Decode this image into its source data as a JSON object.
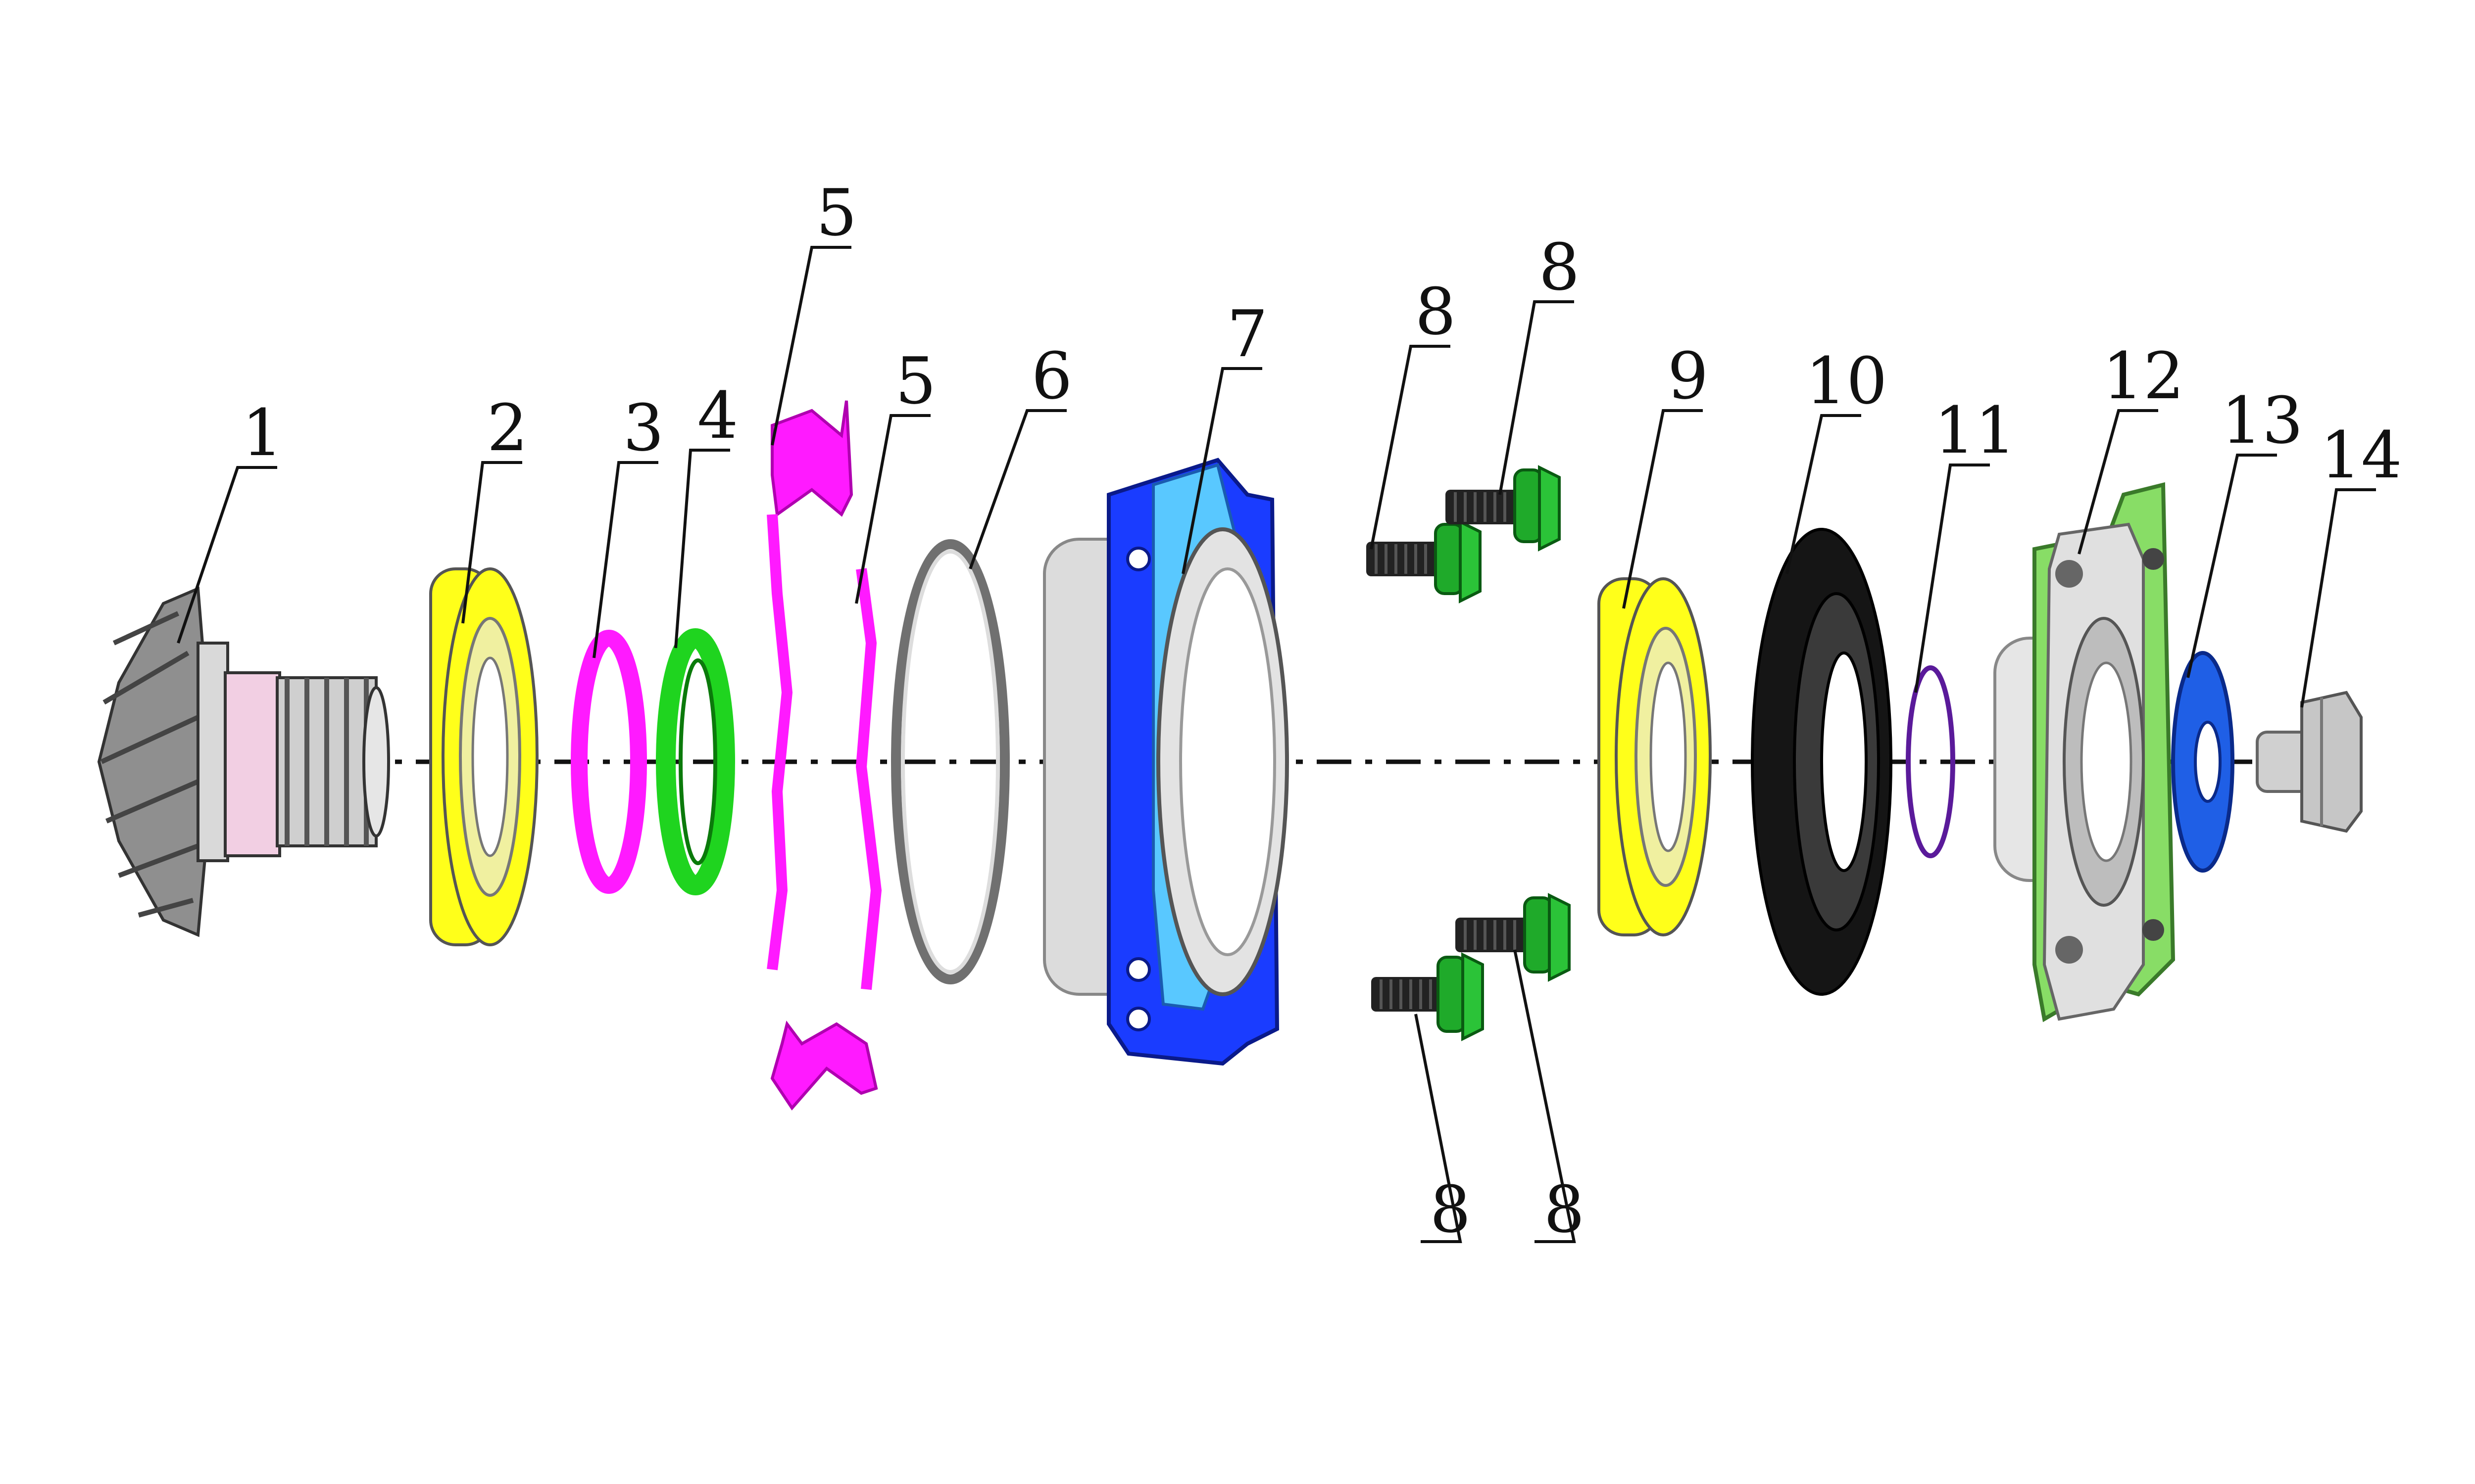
{
  "diagram": {
    "type": "exploded-view",
    "colors": {
      "gear_gray": "#9a9a9a",
      "gear_pink": "#f2cfe3",
      "bearing_yellow": "#ffff1a",
      "ring_magenta": "#ff1aff",
      "seal_green": "#1fd41f",
      "housing_blue": "#1a3cff",
      "housing_light": "#59c8ff",
      "bolt_green": "#1faa2a",
      "oilseal_black": "#151515",
      "oring_purple": "#5a1a9a",
      "flange_green": "#88dd66",
      "washer_blue": "#1f5fe6",
      "steel_gray": "#bdbdbd"
    },
    "callouts": [
      {
        "label": "1",
        "part": "pinion-gear-shaft"
      },
      {
        "label": "2",
        "part": "bearing-left"
      },
      {
        "label": "3",
        "part": "snap-ring"
      },
      {
        "label": "4",
        "part": "seal-ring"
      },
      {
        "label": "5",
        "part": "shim-upper"
      },
      {
        "label": "5",
        "part": "shim-lower"
      },
      {
        "label": "6",
        "part": "o-ring-large"
      },
      {
        "label": "7",
        "part": "bearing-housing"
      },
      {
        "label": "8",
        "part": "bolt-top-left"
      },
      {
        "label": "8",
        "part": "bolt-top-right"
      },
      {
        "label": "8",
        "part": "bolt-bottom-left"
      },
      {
        "label": "8",
        "part": "bolt-bottom-right"
      },
      {
        "label": "9",
        "part": "bearing-right"
      },
      {
        "label": "10",
        "part": "oil-seal"
      },
      {
        "label": "11",
        "part": "o-ring-small"
      },
      {
        "label": "12",
        "part": "flange"
      },
      {
        "label": "13",
        "part": "washer"
      },
      {
        "label": "14",
        "part": "nut"
      }
    ]
  }
}
